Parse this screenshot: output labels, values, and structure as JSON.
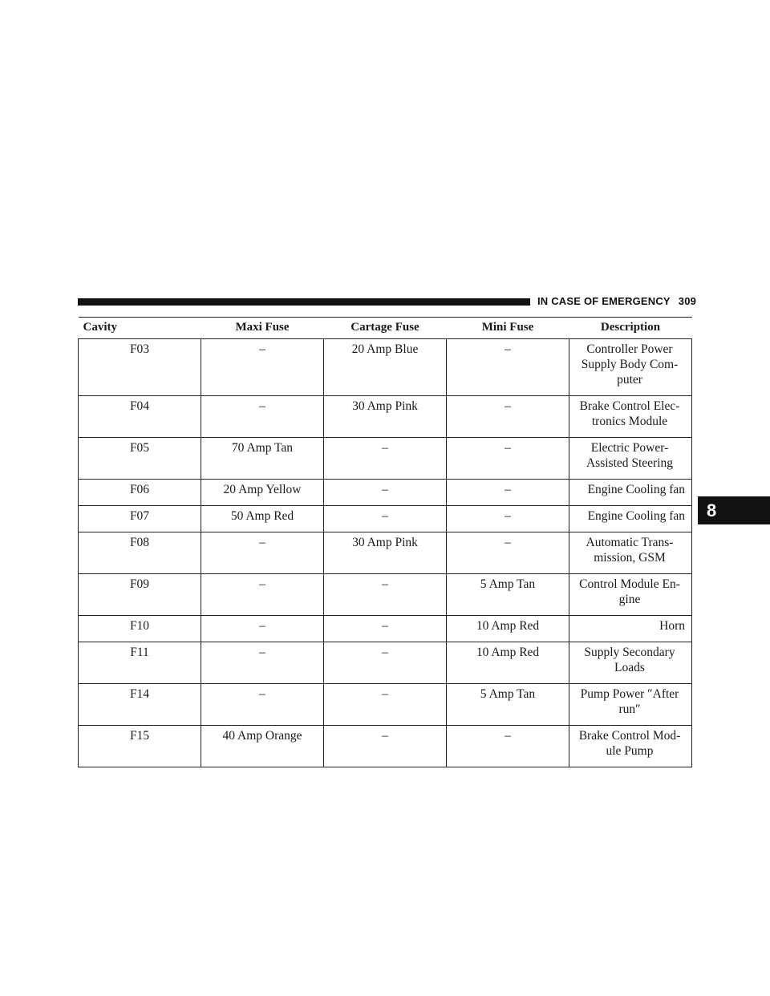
{
  "header": {
    "section_title": "IN CASE OF EMERGENCY",
    "page_number": "309"
  },
  "chapter_tab": "8",
  "table": {
    "columns": [
      "Cavity",
      "Maxi Fuse",
      "Cartage Fuse",
      "Mini Fuse",
      "Description"
    ],
    "rows": [
      {
        "cavity": "F03",
        "maxi": "–",
        "cartage": "20 Amp Blue",
        "mini": "–",
        "description": "Controller Power Supply Body Com- puter"
      },
      {
        "cavity": "F04",
        "maxi": "–",
        "cartage": "30 Amp Pink",
        "mini": "–",
        "description": "Brake Control Elec- tronics Module"
      },
      {
        "cavity": "F05",
        "maxi": "70 Amp Tan",
        "cartage": "–",
        "mini": "–",
        "description": "Electric Power- Assisted Steering"
      },
      {
        "cavity": "F06",
        "maxi": "20 Amp Yellow",
        "cartage": "–",
        "mini": "–",
        "description": "Engine Cooling fan"
      },
      {
        "cavity": "F07",
        "maxi": "50 Amp Red",
        "cartage": "–",
        "mini": "–",
        "description": "Engine Cooling fan"
      },
      {
        "cavity": "F08",
        "maxi": "–",
        "cartage": "30 Amp Pink",
        "mini": "–",
        "description": "Automatic Trans- mission, GSM"
      },
      {
        "cavity": "F09",
        "maxi": "–",
        "cartage": "–",
        "mini": "5 Amp Tan",
        "description": "Control Module En- gine"
      },
      {
        "cavity": "F10",
        "maxi": "–",
        "cartage": "–",
        "mini": "10 Amp Red",
        "description": "Horn"
      },
      {
        "cavity": "F11",
        "maxi": "–",
        "cartage": "–",
        "mini": "10 Amp Red",
        "description": "Supply Secondary Loads"
      },
      {
        "cavity": "F14",
        "maxi": "–",
        "cartage": "–",
        "mini": "5 Amp Tan",
        "description": "Pump Power ″After run″"
      },
      {
        "cavity": "F15",
        "maxi": "40 Amp Orange",
        "cartage": "–",
        "mini": "–",
        "description": "Brake Control Mod- ule Pump"
      }
    ]
  }
}
